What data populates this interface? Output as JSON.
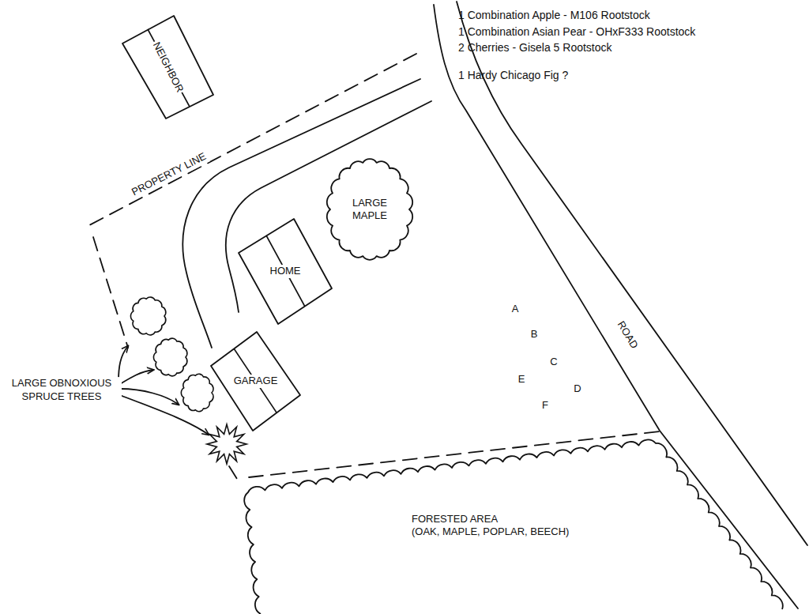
{
  "diagram": {
    "nodes": [
      {
        "text": [
          "NEIGHBOR"
        ]
      },
      {
        "text": [
          "LARGE MAPLE"
        ]
      },
      {
        "text": [
          "HOME"
        ]
      },
      {
        "text": [
          "GARAGE"
        ]
      },
      {
        "text": [
          "FORESTED AREA",
          "(OAK, MAPLE, POPLAR, BEECH)"
        ]
      }
    ],
    "labels": [
      "1 Combination Apple - M106 Rootstock",
      "1 Combination Asian Pear - OHxF333 Rootstock",
      "2 Cherries - Gisela 5 Rootstock",
      "1 Hardy Chicago Fig ?",
      "PROPERTY LINE",
      "ROAD",
      "LARGE OBNOXIOUS SPRUCE TREES",
      "A",
      "B",
      "C",
      "D",
      "E",
      "F"
    ]
  }
}
